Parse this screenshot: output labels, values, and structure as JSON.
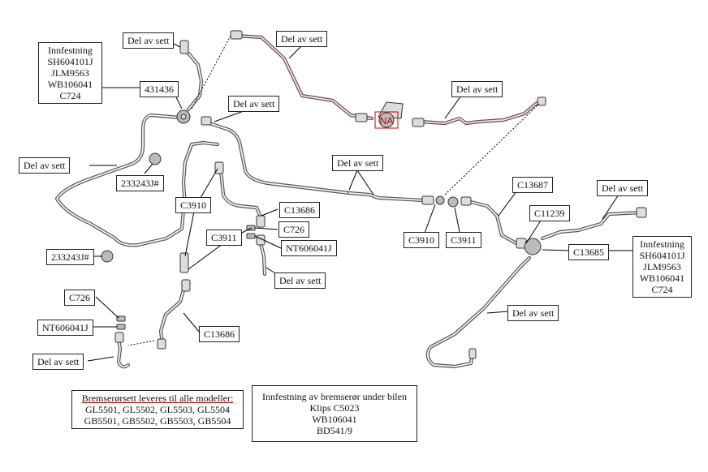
{
  "labels": {
    "del_av_sett_1": "Del av sett",
    "del_av_sett_2": "Del av sett",
    "del_av_sett_3": "Del av sett",
    "del_av_sett_4": "Del av sett",
    "del_av_sett_5": "Del av sett",
    "del_av_sett_6": "Del av sett",
    "del_av_sett_7": "Del av sett",
    "del_av_sett_8": "Del av sett",
    "del_av_sett_9": "Del av sett",
    "del_av_sett_10": "Del av sett",
    "part_431436": "431436",
    "part_233243j_1": "233243J#",
    "part_233243j_2": "233243J#",
    "c3910_left": "C3910",
    "c3911_left": "C3911",
    "c13686_top": "C13686",
    "c726_top": "C726",
    "nt606041j_top": "NT606041J",
    "c726_left": "C726",
    "nt606041j_left": "NT606041J",
    "c13686_bottom": "C13686",
    "c3910_right": "C3910",
    "c3911_right": "C3911",
    "c13687": "C13687",
    "c11239": "C11239",
    "c13685": "C13685",
    "na_marker": "NA"
  },
  "innfestning_left": [
    "Innfestning",
    "SH604101J",
    "JLM9563",
    "WB106041",
    "C724"
  ],
  "innfestning_right": [
    "Innfestning",
    "SH604101J",
    "JLM9563",
    "WB106041",
    "C724"
  ],
  "note_models": [
    "Bremserørsett leveres til alle modeller:",
    "GL5501, GL5502, GL5503, GL5504",
    "GB5501, GB5502, GB5503, GB5504"
  ],
  "note_mount": [
    "Innfestning av bremserør under bilen",
    "Klips C5023",
    "WB106041",
    "BD541/9"
  ],
  "colors": {
    "tube": "#555555",
    "tube_upper": "#6a4a58",
    "na_marker": "#d00000",
    "box_border": "#222222"
  }
}
